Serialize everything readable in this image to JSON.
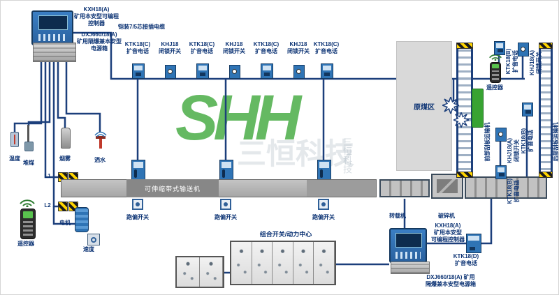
{
  "watermark": {
    "logo": "SHH",
    "company": "三恒科技"
  },
  "top_left": {
    "controller": "KXH18(A)\n矿用本安型可编程\n控制器",
    "power": "DXJ660/18(A)\n矿用隔爆兼本安型\n电源箱",
    "cable": "铠装7/5芯接插电缆"
  },
  "bus_devices": [
    {
      "label": "KTK18(C)\n扩音电话"
    },
    {
      "label": "KHJ18\n闭锁开关"
    },
    {
      "label": "KTK18(C)\n扩音电话"
    },
    {
      "label": "KHJ18\n闭锁开关"
    },
    {
      "label": "KTK18(C)\n扩音电话"
    },
    {
      "label": "KHJ18\n闭锁开关"
    },
    {
      "label": "KTK18(C)\n扩音电话"
    }
  ],
  "left_panel": {
    "temperature": "温度",
    "coal": "堆煤",
    "smoke": "烟雾",
    "spray": "洒水",
    "l1": "L1",
    "l2": "L2",
    "motor": "电机",
    "speed": "速度",
    "remote": "遥控器"
  },
  "belt": {
    "name": "可伸缩带式输送机"
  },
  "deviation_label": "跑偏开关",
  "machines": {
    "transfer": "转载机",
    "crusher": "破碎机",
    "coal_area": "原煤区"
  },
  "right_panel": {
    "remote": "遥控器",
    "front_conveyor": "前部刮板运输机",
    "rear_conveyor": "后部刮板运输机",
    "dev1": "KTK18(B)\n扩音电话",
    "dev2": "KHJ18(A)\n闭锁开关",
    "dev3": "KTK18(B)\n扩音电话",
    "dev4": "KHJ18(A)\n闭锁开关",
    "dev5": "KTK18(B)\n扩音电话"
  },
  "bottom": {
    "combo": "组合开关/动力中心",
    "controller": "KXH18(A)\n矿用本安型\n可编程控制器",
    "phone": "KTK18(D)\n扩音电话",
    "power": "DXJ660/18(A) 矿用\n隔爆兼本安型电源箱"
  }
}
